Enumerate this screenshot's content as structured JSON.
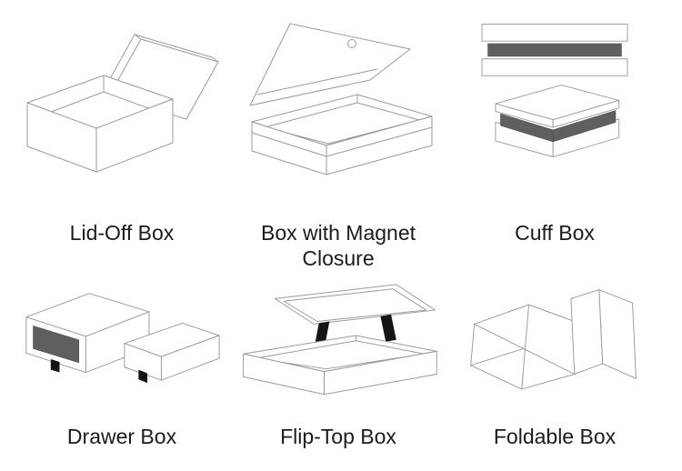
{
  "page": {
    "background": "#ffffff"
  },
  "colors": {
    "line": "#9a9a9a",
    "dark_fill": "#5f5f5f",
    "ribbon_black": "#141414",
    "label_text": "#1b1b1b"
  },
  "items": [
    {
      "label": "Lid-Off Box",
      "illustration": "lid-off-box-drawing"
    },
    {
      "label": "Box with Magnet Closure",
      "illustration": "magnet-closure-box-drawing"
    },
    {
      "label": "Cuff Box",
      "illustration": "cuff-box-drawing"
    },
    {
      "label": "Drawer Box",
      "illustration": "drawer-box-drawing"
    },
    {
      "label": "Flip-Top Box",
      "illustration": "flip-top-box-drawing"
    },
    {
      "label": "Foldable Box",
      "illustration": "foldable-box-drawing"
    }
  ]
}
